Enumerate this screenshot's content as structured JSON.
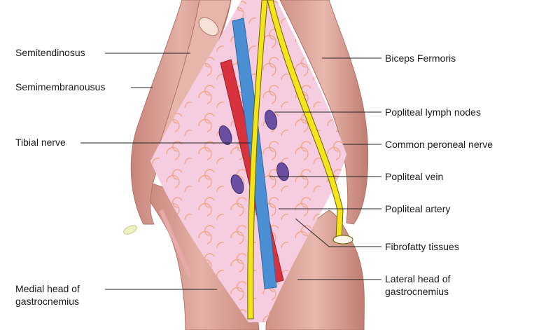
{
  "colors": {
    "muscle": "#d9a196",
    "muscle_shadow": "#b8776b",
    "fossa": "#f6cde0",
    "vein": "#4a8fd4",
    "artery": "#d8323e",
    "nerve": "#f3e51a",
    "lymph_node": "#6a4fa0",
    "fibro_curls": "#f0a07a",
    "leader_line": "#222222"
  },
  "labels": {
    "semitendinosus": "Semitendinosus",
    "semimembranosus": "Semimembranousus",
    "tibial_nerve": "Tibial nerve",
    "medial_head_line1": "Medial head of",
    "medial_head_line2": "gastrocnemius",
    "biceps_femoris": "Biceps Fermoris",
    "popliteal_lymph_nodes": "Popliteal lymph nodes",
    "common_peroneal_nerve": "Common peroneal nerve",
    "popliteal_vein": "Popliteal vein",
    "popliteal_artery": "Popliteal artery",
    "fibrofatty_tissues": "Fibrofatty tissues",
    "lateral_head_line1": "Lateral head of",
    "lateral_head_line2": "gastrocnemius"
  }
}
